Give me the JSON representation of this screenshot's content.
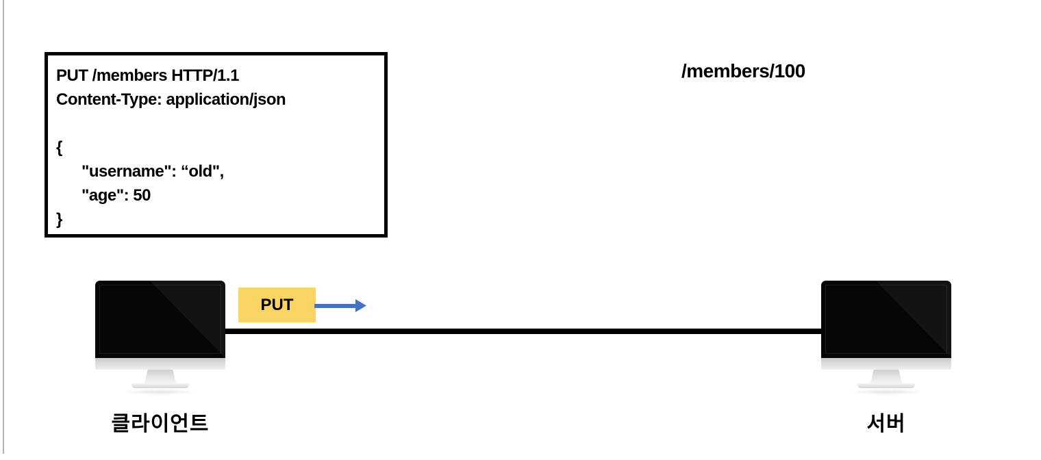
{
  "diagram": {
    "url_label": "/members/100",
    "request_box": {
      "lines": [
        "PUT /members HTTP/1.1",
        "Content-Type: application/json",
        "",
        "{",
        "      \"username\": “old\",",
        "      \"age\": 50",
        "}"
      ],
      "border_color": "#000000"
    },
    "request_flow": {
      "method_label": "PUT",
      "method_bg_color": "#FBD564",
      "arrow_color": "#4472C4"
    },
    "connection": {
      "color": "#000000"
    },
    "nodes": {
      "client_label": "클라이언트",
      "server_label": "서버"
    }
  }
}
